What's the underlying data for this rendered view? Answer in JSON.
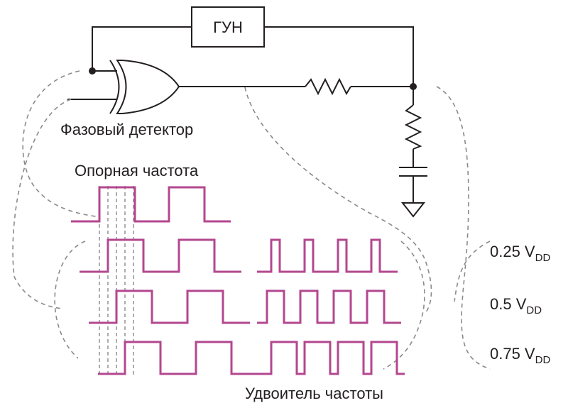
{
  "labels": {
    "vco": "ГУН",
    "phase_detector": "Фазовый детектор",
    "reference_frequency": "Опорная частота",
    "frequency_doubler": "Удвоитель частоты"
  },
  "levels": [
    {
      "main": "0.25 V",
      "sub": "DD"
    },
    {
      "main": "0.5 V",
      "sub": "DD"
    },
    {
      "main": "0.75 V",
      "sub": "DD"
    }
  ],
  "colors": {
    "waveform": "#b3478f",
    "wire": "#231f20",
    "dashed": "#8a8a8a"
  }
}
